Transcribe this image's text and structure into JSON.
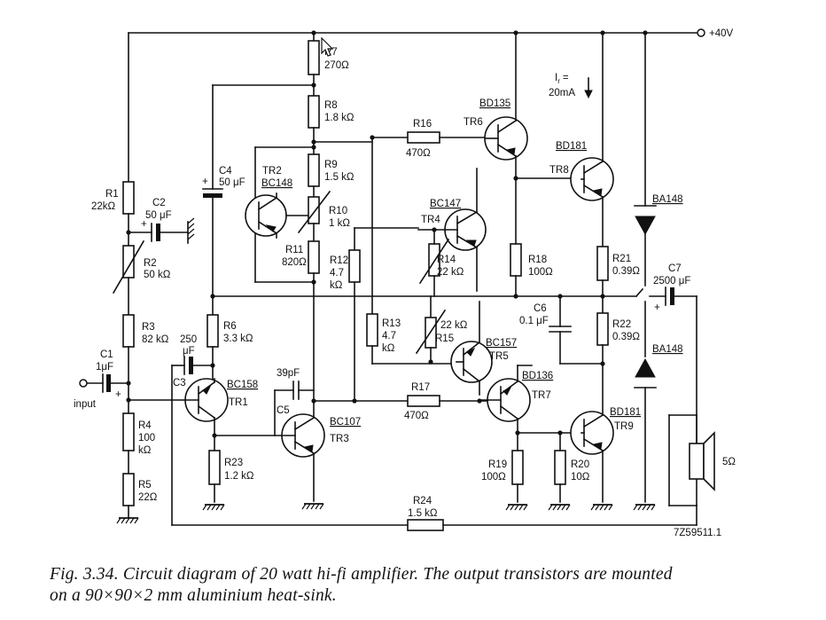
{
  "supply": {
    "label": "+40V"
  },
  "current_note": {
    "symbol": "I",
    "subscript": "r",
    "eq": "=",
    "value": "20mA"
  },
  "io": {
    "input": "input",
    "speaker": "5Ω"
  },
  "reference": "7Z59511.1",
  "components": {
    "R1": {
      "name": "R1",
      "value": "22kΩ"
    },
    "R2": {
      "name": "R2",
      "value": "50 kΩ"
    },
    "R3": {
      "name": "R3",
      "value": "82 kΩ"
    },
    "R4": {
      "name": "R4",
      "value1": "100",
      "value2": "kΩ"
    },
    "R5": {
      "name": "R5",
      "value": "22Ω"
    },
    "R6": {
      "name": "R6",
      "value": "3.3 kΩ"
    },
    "R7": {
      "name": "R7",
      "value": "270Ω"
    },
    "R8": {
      "name": "R8",
      "value": "1.8 kΩ"
    },
    "R9": {
      "name": "R9",
      "value": "1.5 kΩ"
    },
    "R10": {
      "name": "R10",
      "value": "1 kΩ"
    },
    "R11": {
      "name": "R11",
      "value": "820Ω"
    },
    "R12": {
      "name": "R12",
      "value1": "4.7",
      "value2": "kΩ"
    },
    "R13": {
      "name": "R13",
      "value1": "4.7",
      "value2": "kΩ"
    },
    "R14": {
      "name": "R14",
      "value": "22 kΩ"
    },
    "R15": {
      "name": "R15",
      "value": "22 kΩ"
    },
    "R16": {
      "name": "R16",
      "value": "470Ω"
    },
    "R17": {
      "name": "R17",
      "value": "470Ω"
    },
    "R18": {
      "name": "R18",
      "value": "100Ω"
    },
    "R19": {
      "name": "R19",
      "value": "100Ω"
    },
    "R20": {
      "name": "R20",
      "value": "10Ω"
    },
    "R21": {
      "name": "R21",
      "value": "0.39Ω"
    },
    "R22": {
      "name": "R22",
      "value": "0.39Ω"
    },
    "R23": {
      "name": "R23",
      "value": "1.2 kΩ"
    },
    "R24": {
      "name": "R24",
      "value": "1.5 kΩ"
    },
    "C1": {
      "name": "C1",
      "value": "1μF"
    },
    "C2": {
      "name": "C2",
      "value": "50 μF"
    },
    "C3": {
      "name": "C3",
      "value1": "250",
      "value2": "μF"
    },
    "C4": {
      "name": "C4",
      "value": "50 μF"
    },
    "C5": {
      "name": "C5",
      "value": "39pF"
    },
    "C6": {
      "name": "C6",
      "value": "0.1 μF"
    },
    "C7": {
      "name": "C7",
      "value": "2500 μF"
    },
    "TR1": {
      "name": "TR1",
      "type": "BC158"
    },
    "TR2": {
      "name": "TR2",
      "type": "BC148"
    },
    "TR3": {
      "name": "TR3",
      "type": "BC107"
    },
    "TR4": {
      "name": "TR4",
      "type": "BC147"
    },
    "TR5": {
      "name": "TR5",
      "type": "BC157"
    },
    "TR6": {
      "name": "TR6",
      "type": "BD135"
    },
    "TR7": {
      "name": "TR7",
      "type": "BD136"
    },
    "TR8": {
      "name": "TR8",
      "type": "BD181"
    },
    "TR9": {
      "name": "TR9",
      "type": "BD181"
    },
    "D1": {
      "type": "BA148"
    },
    "D2": {
      "type": "BA148"
    }
  },
  "caption": {
    "line1": "Fig. 3.34. Circuit diagram of 20 watt hi-fi amplifier. The output transistors are mounted",
    "line2": "on a 90×90×2 mm aluminium heat-sink."
  }
}
